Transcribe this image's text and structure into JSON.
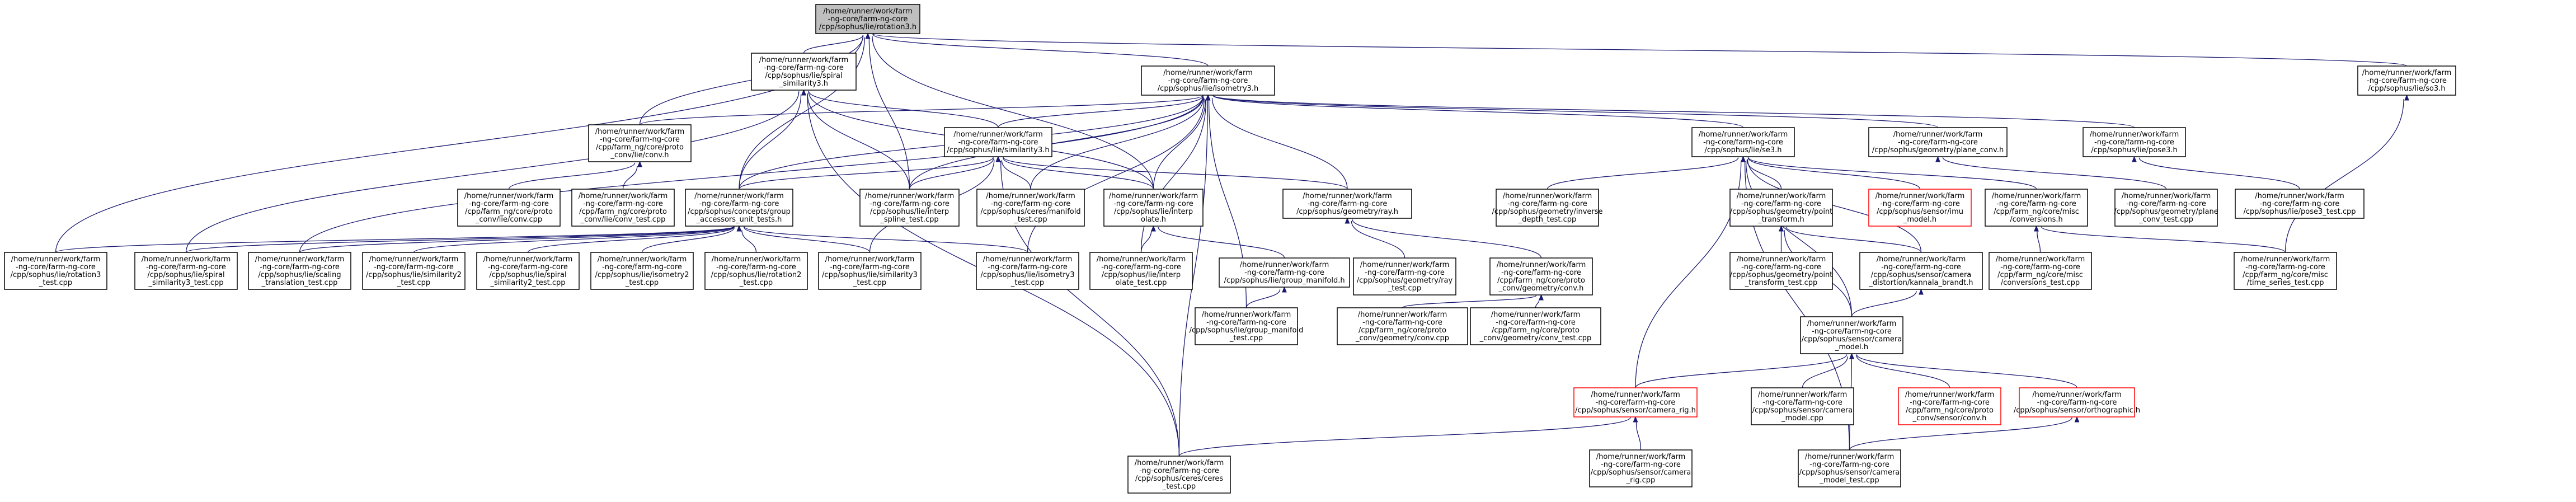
{
  "colors": {
    "edge": "#191970",
    "node_border": "#000000",
    "node_fill": "#ffffff",
    "root_fill": "#bfbfbf",
    "truncated_border": "#ff0000"
  },
  "nodes": {
    "n0": {
      "lines": [
        "/home/runner/work/farm",
        "-ng-core/farm-ng-core",
        "/cpp/sophus/lie/rotation3.h"
      ],
      "root": true
    },
    "n1": {
      "lines": [
        "/home/runner/work/farm",
        "-ng-core/farm-ng-core",
        "/cpp/sophus/lie/spiral",
        "_similarity3.h"
      ]
    },
    "n2": {
      "lines": [
        "/home/runner/work/farm",
        "-ng-core/farm-ng-core",
        "/cpp/sophus/lie/isometry3.h"
      ]
    },
    "n3": {
      "lines": [
        "/home/runner/work/farm",
        "-ng-core/farm-ng-core",
        "/cpp/sophus/lie/so3.h"
      ]
    },
    "n4": {
      "lines": [
        "/home/runner/work/farm",
        "-ng-core/farm-ng-core",
        "/cpp/farm_ng/core/proto",
        "_conv/lie/conv.h"
      ]
    },
    "n5": {
      "lines": [
        "/home/runner/work/farm",
        "-ng-core/farm-ng-core",
        "/cpp/sophus/lie/similarity3.h"
      ]
    },
    "n6": {
      "lines": [
        "/home/runner/work/farm",
        "-ng-core/farm-ng-core",
        "/cpp/sophus/lie/se3.h"
      ]
    },
    "n7": {
      "lines": [
        "/home/runner/work/farm",
        "-ng-core/farm-ng-core",
        "/cpp/sophus/geometry/plane_conv.h"
      ]
    },
    "n8": {
      "lines": [
        "/home/runner/work/farm",
        "-ng-core/farm-ng-core",
        "/cpp/sophus/lie/pose3.h"
      ]
    },
    "n9": {
      "lines": [
        "/home/runner/work/farm",
        "-ng-core/farm-ng-core",
        "/cpp/farm_ng/core/proto",
        "_conv/lie/conv.cpp"
      ]
    },
    "n10": {
      "lines": [
        "/home/runner/work/farm",
        "-ng-core/farm-ng-core",
        "/cpp/farm_ng/core/proto",
        "_conv/lie/conv_test.cpp"
      ]
    },
    "n11": {
      "lines": [
        "/home/runner/work/farm",
        "-ng-core/farm-ng-core",
        "/cpp/sophus/concepts/group",
        "_accessors_unit_tests.h"
      ]
    },
    "n12": {
      "lines": [
        "/home/runner/work/farm",
        "-ng-core/farm-ng-core",
        "/cpp/sophus/lie/interp",
        "_spline_test.cpp"
      ]
    },
    "n13": {
      "lines": [
        "/home/runner/work/farm",
        "-ng-core/farm-ng-core",
        "/cpp/sophus/ceres/manifold",
        "_test.cpp"
      ]
    },
    "n14": {
      "lines": [
        "/home/runner/work/farm",
        "-ng-core/farm-ng-core",
        "/cpp/sophus/lie/interp",
        "olate.h"
      ]
    },
    "n15": {
      "lines": [
        "/home/runner/work/farm",
        "-ng-core/farm-ng-core",
        "/cpp/sophus/geometry/ray.h"
      ]
    },
    "n16": {
      "lines": [
        "/home/runner/work/farm",
        "-ng-core/farm-ng-core",
        "/cpp/sophus/geometry/inverse",
        "_depth_test.cpp"
      ]
    },
    "n17": {
      "lines": [
        "/home/runner/work/farm",
        "-ng-core/farm-ng-core",
        "/cpp/sophus/geometry/point",
        "_transform.h"
      ]
    },
    "n18": {
      "lines": [
        "/home/runner/work/farm",
        "-ng-core/farm-ng-core",
        "/cpp/sophus/sensor/imu",
        "_model.h"
      ],
      "truncated": true
    },
    "n19": {
      "lines": [
        "/home/runner/work/farm",
        "-ng-core/farm-ng-core",
        "/cpp/farm_ng/core/misc",
        "/conversions.h"
      ]
    },
    "n20": {
      "lines": [
        "/home/runner/work/farm",
        "-ng-core/farm-ng-core",
        "/cpp/sophus/geometry/plane",
        "_conv_test.cpp"
      ]
    },
    "n21": {
      "lines": [
        "/home/runner/work/farm",
        "-ng-core/farm-ng-core",
        "/cpp/sophus/lie/pose3_test.cpp"
      ]
    },
    "n22": {
      "lines": [
        "/home/runner/work/farm",
        "-ng-core/farm-ng-core",
        "/cpp/sophus/lie/rotation3",
        "_test.cpp"
      ]
    },
    "n23": {
      "lines": [
        "/home/runner/work/farm",
        "-ng-core/farm-ng-core",
        "/cpp/sophus/lie/spiral",
        "_similarity3_test.cpp"
      ]
    },
    "n24": {
      "lines": [
        "/home/runner/work/farm",
        "-ng-core/farm-ng-core",
        "/cpp/sophus/lie/scaling",
        "_translation_test.cpp"
      ]
    },
    "n25": {
      "lines": [
        "/home/runner/work/farm",
        "-ng-core/farm-ng-core",
        "/cpp/sophus/lie/similarity2",
        "_test.cpp"
      ]
    },
    "n26": {
      "lines": [
        "/home/runner/work/farm",
        "-ng-core/farm-ng-core",
        "/cpp/sophus/lie/spiral",
        "_similarity2_test.cpp"
      ]
    },
    "n27": {
      "lines": [
        "/home/runner/work/farm",
        "-ng-core/farm-ng-core",
        "/cpp/sophus/lie/isometry2",
        "_test.cpp"
      ]
    },
    "n28": {
      "lines": [
        "/home/runner/work/farm",
        "-ng-core/farm-ng-core",
        "/cpp/sophus/lie/rotation2",
        "_test.cpp"
      ]
    },
    "n29": {
      "lines": [
        "/home/runner/work/farm",
        "-ng-core/farm-ng-core",
        "/cpp/sophus/lie/similarity3",
        "_test.cpp"
      ]
    },
    "n30": {
      "lines": [
        "/home/runner/work/farm",
        "-ng-core/farm-ng-core",
        "/cpp/sophus/lie/isometry3",
        "_test.cpp"
      ]
    },
    "n31": {
      "lines": [
        "/home/runner/work/farm",
        "-ng-core/farm-ng-core",
        "/cpp/sophus/lie/interp",
        "olate_test.cpp"
      ]
    },
    "n32": {
      "lines": [
        "/home/runner/work/farm",
        "-ng-core/farm-ng-core",
        "/cpp/sophus/lie/group_manifold.h"
      ]
    },
    "n33": {
      "lines": [
        "/home/runner/work/farm",
        "-ng-core/farm-ng-core",
        "/cpp/sophus/geometry/ray",
        "_test.cpp"
      ]
    },
    "n34": {
      "lines": [
        "/home/runner/work/farm",
        "-ng-core/farm-ng-core",
        "/cpp/farm_ng/core/proto",
        "_conv/geometry/conv.h"
      ]
    },
    "n35": {
      "lines": [
        "/home/runner/work/farm",
        "-ng-core/farm-ng-core",
        "/cpp/sophus/geometry/point",
        "_transform_test.cpp"
      ]
    },
    "n36": {
      "lines": [
        "/home/runner/work/farm",
        "-ng-core/farm-ng-core",
        "/cpp/sophus/sensor/camera",
        "_distortion/kannala_brandt.h"
      ]
    },
    "n37": {
      "lines": [
        "/home/runner/work/farm",
        "-ng-core/farm-ng-core",
        "/cpp/farm_ng/core/misc",
        "/conversions_test.cpp"
      ]
    },
    "n38": {
      "lines": [
        "/home/runner/work/farm",
        "-ng-core/farm-ng-core",
        "/cpp/farm_ng/core/misc",
        "/time_series_test.cpp"
      ]
    },
    "n39": {
      "lines": [
        "/home/runner/work/farm",
        "-ng-core/farm-ng-core",
        "/cpp/sophus/lie/group_manifold",
        "_test.cpp"
      ]
    },
    "n40": {
      "lines": [
        "/home/runner/work/farm",
        "-ng-core/farm-ng-core",
        "/cpp/farm_ng/core/proto",
        "_conv/geometry/conv.cpp"
      ]
    },
    "n41": {
      "lines": [
        "/home/runner/work/farm",
        "-ng-core/farm-ng-core",
        "/cpp/farm_ng/core/proto",
        "_conv/geometry/conv_test.cpp"
      ]
    },
    "n42": {
      "lines": [
        "/home/runner/work/farm",
        "-ng-core/farm-ng-core",
        "/cpp/sophus/sensor/camera",
        "_model.h"
      ]
    },
    "n43": {
      "lines": [
        "/home/runner/work/farm",
        "-ng-core/farm-ng-core",
        "/cpp/sophus/sensor/camera_rig.h"
      ],
      "truncated": true
    },
    "n44": {
      "lines": [
        "/home/runner/work/farm",
        "-ng-core/farm-ng-core",
        "/cpp/sophus/sensor/camera",
        "_model.cpp"
      ]
    },
    "n45": {
      "lines": [
        "/home/runner/work/farm",
        "-ng-core/farm-ng-core",
        "/cpp/farm_ng/core/proto",
        "_conv/sensor/conv.h"
      ],
      "truncated": true
    },
    "n46": {
      "lines": [
        "/home/runner/work/farm",
        "-ng-core/farm-ng-core",
        "/cpp/sophus/sensor/orthographic.h"
      ],
      "truncated": true
    },
    "n47": {
      "lines": [
        "/home/runner/work/farm",
        "-ng-core/farm-ng-core",
        "/cpp/sophus/ceres/ceres",
        "_test.cpp"
      ]
    },
    "n48": {
      "lines": [
        "/home/runner/work/farm",
        "-ng-core/farm-ng-core",
        "/cpp/sophus/sensor/camera",
        "_rig.cpp"
      ]
    },
    "n49": {
      "lines": [
        "/home/runner/work/farm",
        "-ng-core/farm-ng-core",
        "/cpp/sophus/sensor/camera",
        "_model_test.cpp"
      ]
    }
  }
}
